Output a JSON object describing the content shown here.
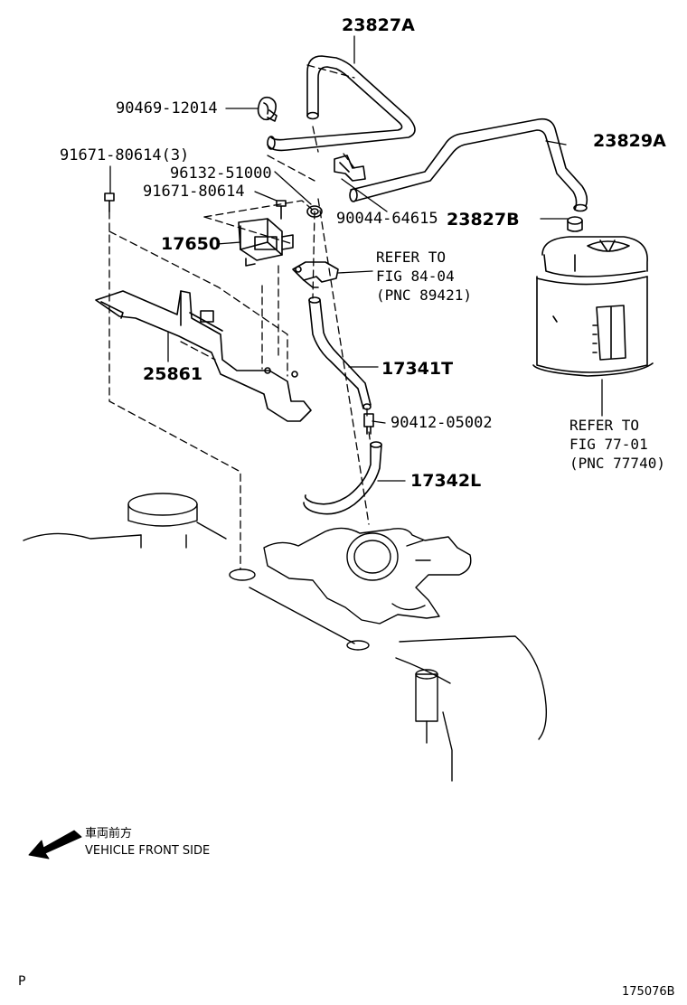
{
  "parts": {
    "p23827A": "23827A",
    "p90469": "90469-12014",
    "p91671_3": "91671-80614(3)",
    "p96132": "96132-51000",
    "p91671": "91671-80614",
    "p90044": "90044-64615",
    "p23829A": "23829A",
    "p23827B": "23827B",
    "p17650": "17650",
    "p25861": "25861",
    "p17341T": "17341T",
    "p90412": "90412-05002",
    "p17342L": "17342L"
  },
  "refer_fig84": [
    "REFER TO",
    "FIG 84-04",
    "(PNC 89421)"
  ],
  "refer_fig77": [
    "REFER TO",
    "FIG 77-01",
    "(PNC 77740)"
  ],
  "front_note": {
    "japanese": "車両前方",
    "english": "VEHICLE FRONT SIDE"
  },
  "corner_left": "P",
  "drawing_number": "175076B",
  "colors": {
    "line": "#000000",
    "background": "#ffffff"
  }
}
